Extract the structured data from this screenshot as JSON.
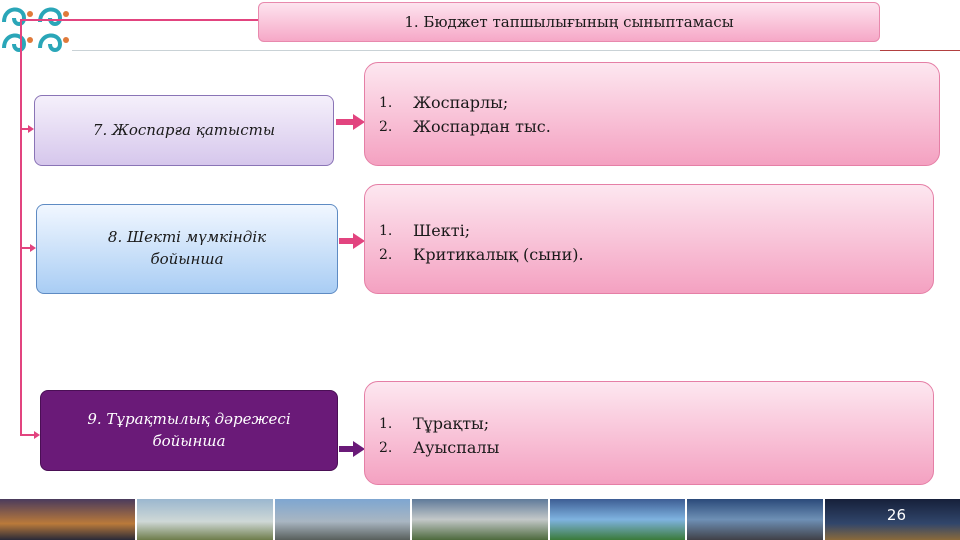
{
  "title": "1. Бюджет тапшылығының сыныптамасы",
  "categories": [
    {
      "label": "7. Жоспарға қатысты",
      "items": [
        {
          "num": "1.",
          "text": "Жоспарлы;"
        },
        {
          "num": "2.",
          "text": "Жоспардан тыс."
        }
      ]
    },
    {
      "label": "8. Шекті мүмкіндік бойынша",
      "items": [
        {
          "num": "1.",
          "text": "Шекті;"
        },
        {
          "num": "2.",
          "text": "Критикалық (сыни)."
        }
      ]
    },
    {
      "label": "9. Тұрақтылық дәрежесі бойынша",
      "items": [
        {
          "num": "1.",
          "text": "Тұрақты;"
        },
        {
          "num": "2.",
          "text": "Ауыспалы"
        }
      ]
    }
  ],
  "page_number": "26",
  "colors": {
    "connector": "#e2447f",
    "arrow_pink": "#e2447f",
    "arrow_purple": "#6a1a78"
  },
  "decor": {
    "ornament_icon": "kazakh-ornament-icon",
    "photo_strip": [
      "highway-photo",
      "train-photo",
      "industrial-photo",
      "stadium-photo",
      "field-photo",
      "road-photo",
      "night-city-photo"
    ]
  }
}
